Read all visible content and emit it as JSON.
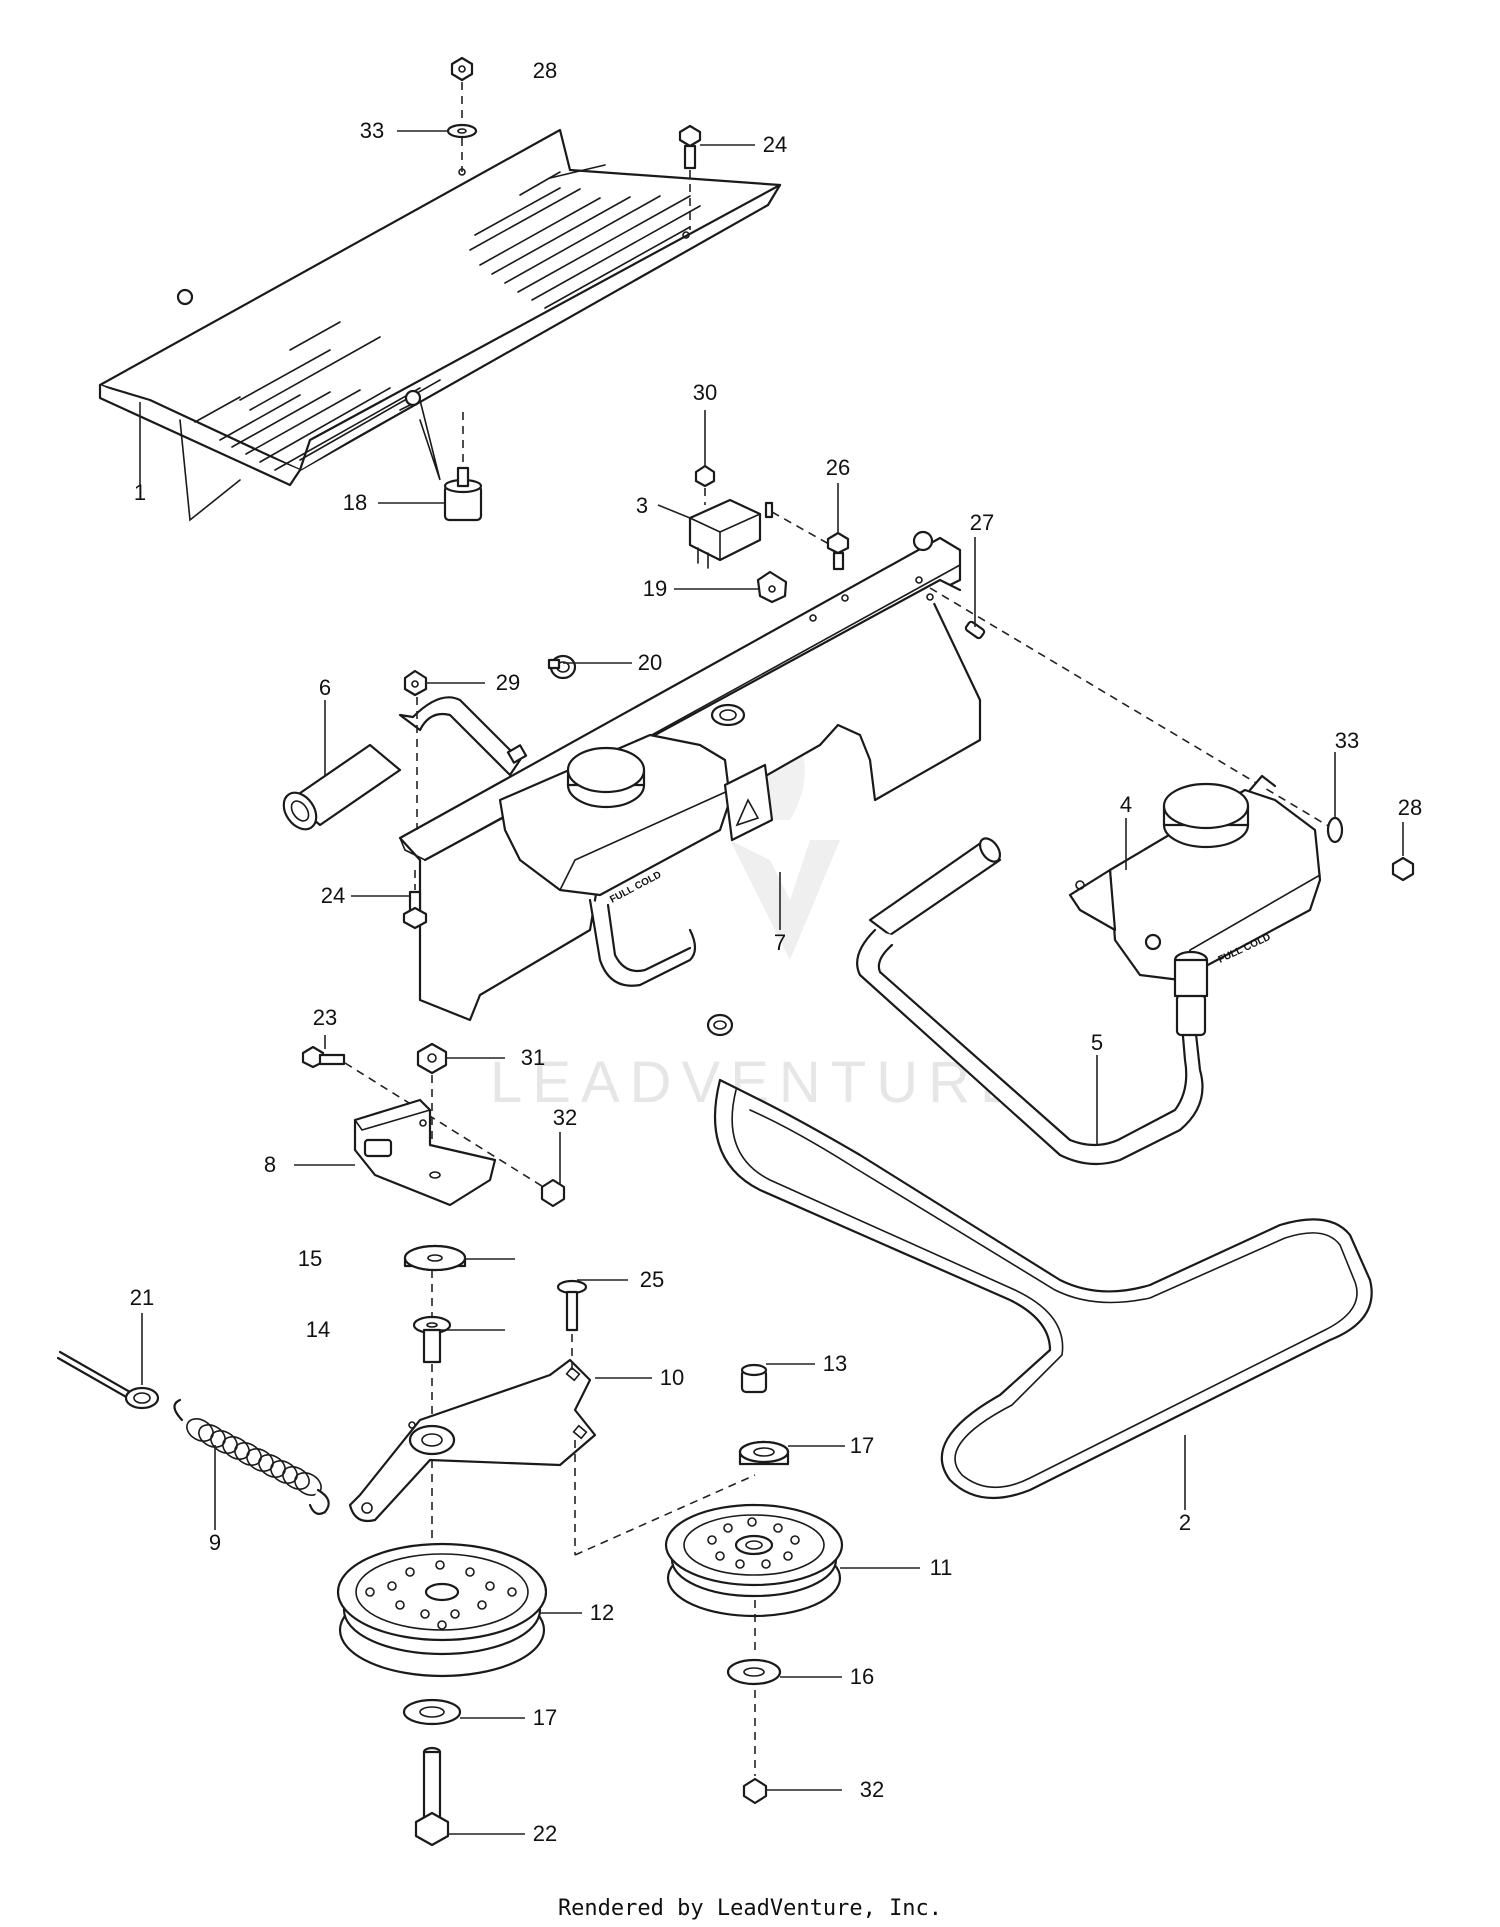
{
  "diagram": {
    "callouts": [
      "1",
      "2",
      "3",
      "4",
      "5",
      "6",
      "7",
      "8",
      "9",
      "10",
      "11",
      "12",
      "13",
      "14",
      "15",
      "16",
      "17",
      "17",
      "18",
      "19",
      "20",
      "21",
      "22",
      "23",
      "24",
      "24",
      "25",
      "26",
      "27",
      "28",
      "28",
      "29",
      "30",
      "31",
      "32",
      "32",
      "33",
      "33"
    ],
    "decal_text": "FULL COLD",
    "watermark": "LEADVENTURE",
    "footer": "Rendered by LeadVenture, Inc.",
    "colors": {
      "line": "#1a1a1a",
      "watermark": "#e6e6e6",
      "background": "#ffffff"
    }
  }
}
